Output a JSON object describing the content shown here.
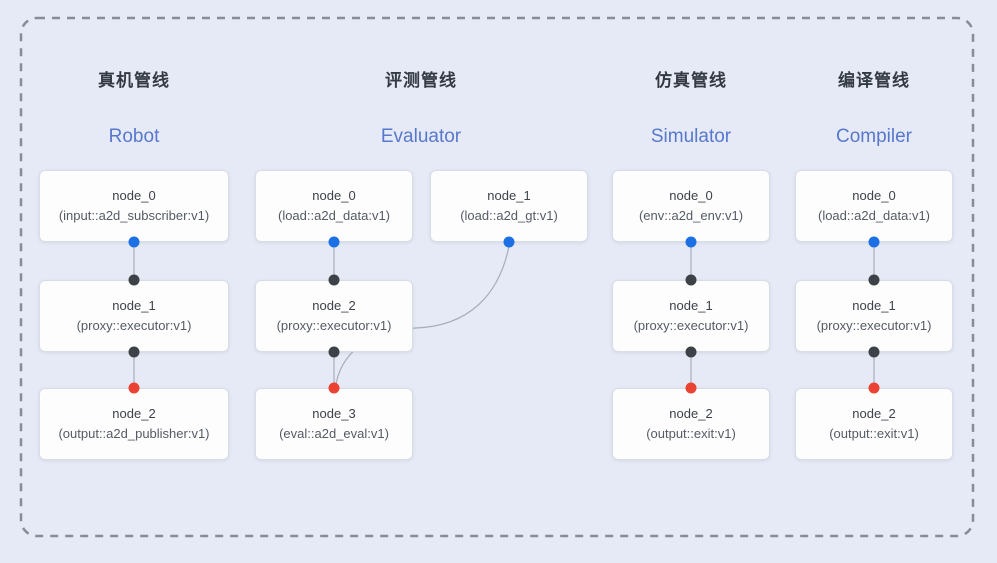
{
  "colors": {
    "background": "#e6eaf6",
    "frame_border": "#878c96",
    "edge": "#a7adba",
    "port_input": "#1d6fe4",
    "port_intermediate": "#3d4248",
    "port_output": "#ea4334",
    "pipeline_cn_title": "#343a43",
    "pipeline_en_title": "#5878cd",
    "node_title": "#3e434a",
    "node_subtitle": "#555b64",
    "node_background": "#fdfdfe",
    "node_border": "#d8dce5"
  },
  "pipelines": [
    {
      "title_cn": "真机管线",
      "title_en": "Robot",
      "nodes": [
        {
          "title": "node_0",
          "subtitle": "(input::a2d_subscriber:v1)"
        },
        {
          "title": "node_1",
          "subtitle": "(proxy::executor:v1)"
        },
        {
          "title": "node_2",
          "subtitle": "(output::a2d_publisher:v1)"
        }
      ]
    },
    {
      "title_cn": "评测管线",
      "title_en": "Evaluator",
      "nodes": [
        {
          "title": "node_0",
          "subtitle": "(load::a2d_data:v1)"
        },
        {
          "title": "node_1",
          "subtitle": "(load::a2d_gt:v1)"
        },
        {
          "title": "node_2",
          "subtitle": "(proxy::executor:v1)"
        },
        {
          "title": "node_3",
          "subtitle": "(eval::a2d_eval:v1)"
        }
      ]
    },
    {
      "title_cn": "仿真管线",
      "title_en": "Simulator",
      "nodes": [
        {
          "title": "node_0",
          "subtitle": "(env::a2d_env:v1)"
        },
        {
          "title": "node_1",
          "subtitle": "(proxy::executor:v1)"
        },
        {
          "title": "node_2",
          "subtitle": "(output::exit:v1)"
        }
      ]
    },
    {
      "title_cn": "编译管线",
      "title_en": "Compiler",
      "nodes": [
        {
          "title": "node_0",
          "subtitle": "(load::a2d_data:v1)"
        },
        {
          "title": "node_1",
          "subtitle": "(proxy::executor:v1)"
        },
        {
          "title": "node_2",
          "subtitle": "(output::exit:v1)"
        }
      ]
    }
  ]
}
